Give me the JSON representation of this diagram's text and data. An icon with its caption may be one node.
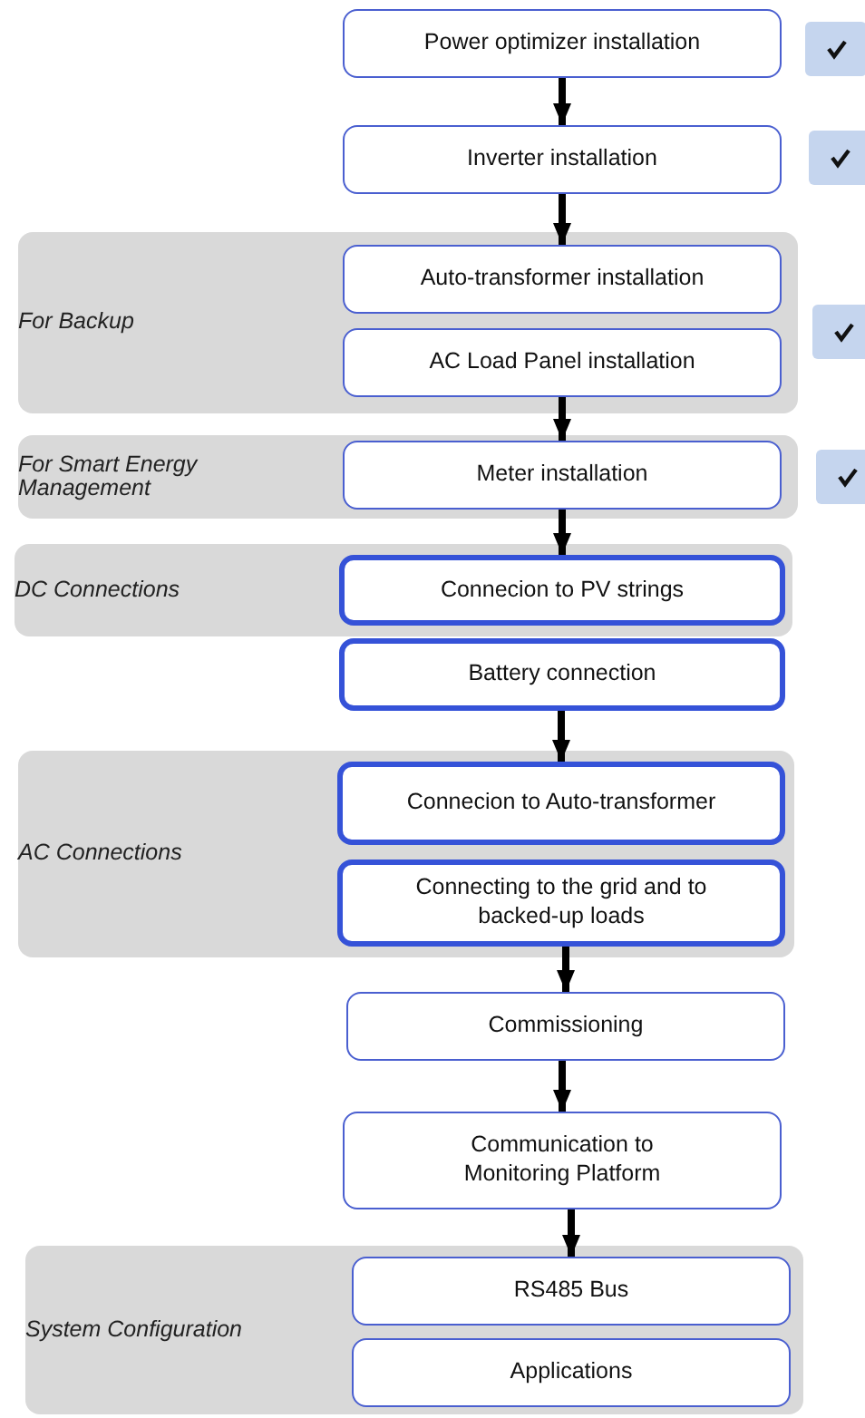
{
  "diagram": {
    "nodes": [
      {
        "text": [
          "Power optimizer installation"
        ]
      },
      {
        "text": [
          "Inverter installation"
        ]
      },
      {
        "text": [
          "For Backup"
        ]
      },
      {
        "text": [
          "Auto-transformer installation"
        ],
        "in": 2
      },
      {
        "text": [
          "AC Load Panel installation"
        ],
        "in": 2
      },
      {
        "text": [
          "For Smart Energy Management"
        ]
      },
      {
        "text": [
          "Meter installation"
        ],
        "in": 5
      },
      {
        "text": [
          "DC Connections"
        ]
      },
      {
        "text": [
          "Connecion to PV strings"
        ],
        "in": 7
      },
      {
        "text": [
          "Battery connection"
        ]
      },
      {
        "text": [
          "AC Connections"
        ]
      },
      {
        "text": [
          "Connecion to Auto-transformer"
        ],
        "in": 10
      },
      {
        "text": [
          "Connecting to the grid and to backed-up loads"
        ],
        "in": 10
      },
      {
        "text": [
          "Commissioning"
        ]
      },
      {
        "text": [
          "Communication to Monitoring Platform"
        ]
      },
      {
        "text": [
          "System Configuration"
        ]
      },
      {
        "text": [
          "RS485 Bus"
        ],
        "in": 15
      },
      {
        "text": [
          "Applications"
        ],
        "in": 15
      }
    ],
    "edges": [
      {
        "from": 0,
        "to": 1,
        "arrow": "to"
      },
      {
        "from": 1,
        "to": 3,
        "arrow": "to"
      },
      {
        "from": 4,
        "to": 6,
        "arrow": "to"
      },
      {
        "from": 6,
        "to": 8,
        "arrow": "to"
      },
      {
        "from": 9,
        "to": 11,
        "arrow": "to"
      },
      {
        "from": 12,
        "to": 13,
        "arrow": "to"
      },
      {
        "from": 13,
        "to": 14,
        "arrow": "to"
      },
      {
        "from": 14,
        "to": 16,
        "arrow": "to"
      }
    ]
  }
}
